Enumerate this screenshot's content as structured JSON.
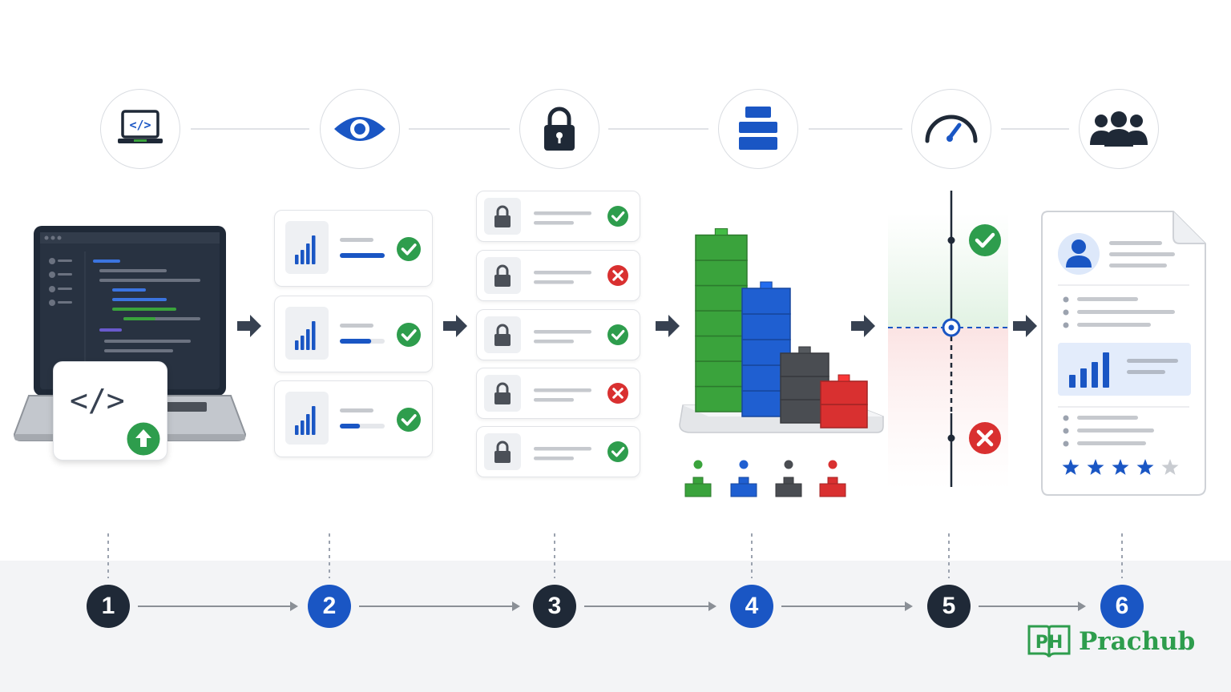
{
  "steps": [
    {
      "number": "1",
      "icon": "code-laptop-icon",
      "color": "dark"
    },
    {
      "number": "2",
      "icon": "eye-icon",
      "color": "blue"
    },
    {
      "number": "3",
      "icon": "lock-icon",
      "color": "dark"
    },
    {
      "number": "4",
      "icon": "stacked-blocks-icon",
      "color": "blue"
    },
    {
      "number": "5",
      "icon": "speedometer-icon",
      "color": "dark"
    },
    {
      "number": "6",
      "icon": "users-group-icon",
      "color": "blue"
    }
  ],
  "laptop_badge": {
    "code_symbol": "</>"
  },
  "checks_column": {
    "results": [
      "pass",
      "pass",
      "pass"
    ],
    "bar_fill": [
      1.0,
      0.7,
      0.45
    ]
  },
  "security_column": {
    "results": [
      "pass",
      "fail",
      "pass",
      "fail",
      "pass"
    ]
  },
  "block_chart": {
    "heights": [
      7,
      5,
      3,
      2
    ],
    "colors": [
      "#3aa33c",
      "#1f5fd1",
      "#4a4d52",
      "#d93030"
    ]
  },
  "threshold": {
    "above": "pass",
    "below": "fail"
  },
  "report": {
    "rating": 4,
    "max_rating": 5
  },
  "brand": {
    "name": "Prachub",
    "logo_letters": "PH"
  },
  "colors": {
    "accent": "#1a56c4",
    "dark": "#1f2937",
    "success": "#2e9d4d",
    "error": "#d93030"
  }
}
